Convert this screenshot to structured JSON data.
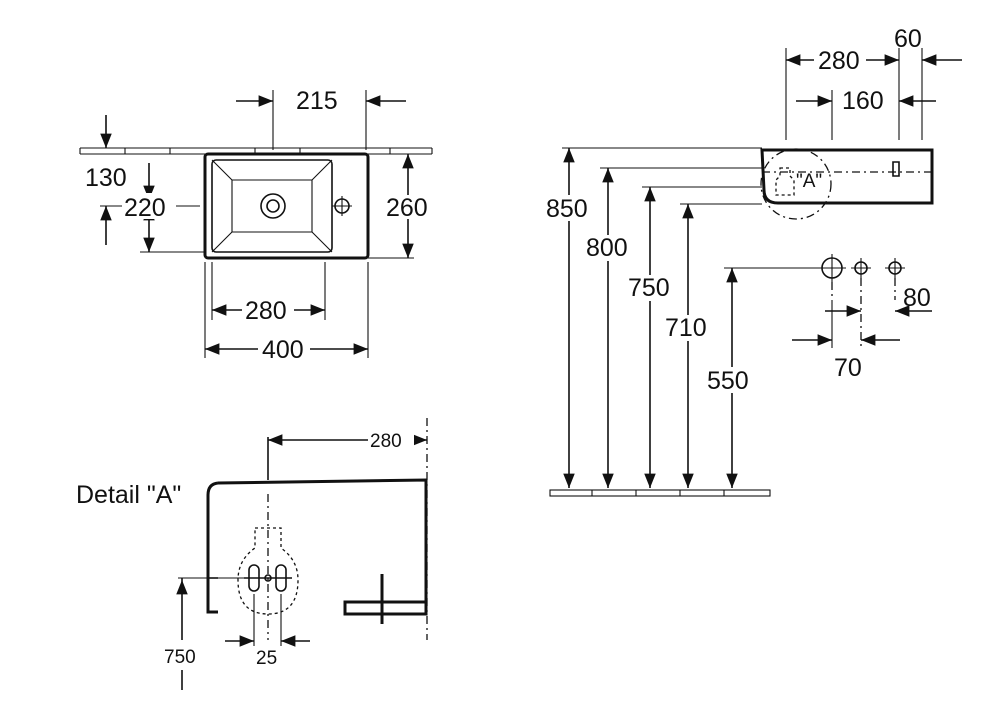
{
  "top_view": {
    "dim_215": "215",
    "dim_130": "130",
    "dim_220": "220",
    "dim_260": "260",
    "dim_280": "280",
    "dim_400": "400"
  },
  "side_view": {
    "dim_280": "280",
    "dim_60": "60",
    "dim_160": "160",
    "dim_850": "850",
    "dim_800": "800",
    "dim_750": "750",
    "dim_710": "710",
    "dim_550": "550",
    "dim_80": "80",
    "dim_70": "70",
    "marker_a": "\"A\""
  },
  "detail": {
    "title": "Detail \"A\"",
    "dim_280": "280",
    "dim_750": "750",
    "dim_25": "25"
  }
}
